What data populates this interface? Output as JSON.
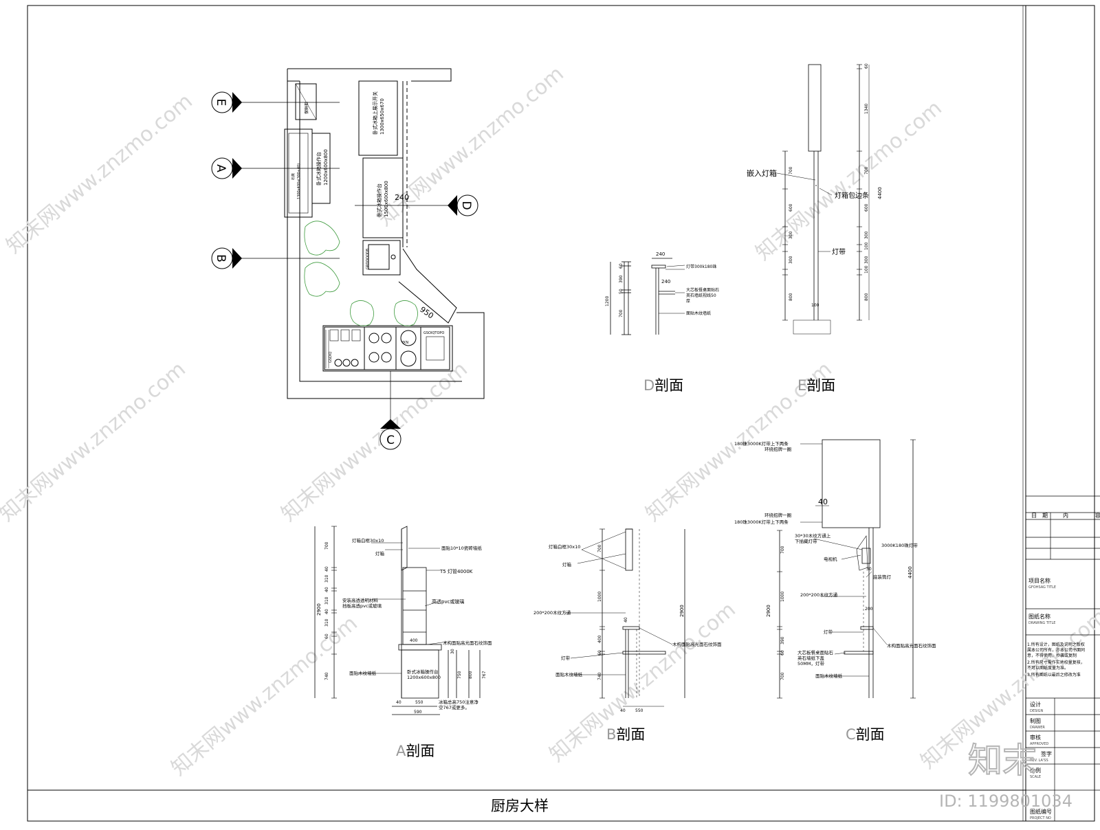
{
  "sheet": {
    "title": "厨房大样",
    "id_label": "ID: 1199801034",
    "brand": "知末"
  },
  "watermark": {
    "text": "知末网www.znzmo.com"
  },
  "section_markers": [
    "E",
    "A",
    "B",
    "D",
    "C"
  ],
  "plan": {
    "labels": {
      "dim_240": "240",
      "dim_950": "950",
      "freezer_top": "卧式冰箱上展示开关",
      "freezer_top_size": "1300x650x670",
      "freezer_a": "卧式冰箱操作台",
      "freezer_a_size": "1200x600x800",
      "freezer_d": "卧式冰箱操作台",
      "freezer_d_size": "1500x600x800",
      "left_unit": "1300x400x(300+40)",
      "left_unit_label": "石英",
      "small_top": "保鲜柜",
      "sink": "GRDDOODB",
      "stove_left": "GSDIQ",
      "stove_right": "GSOIQTOPO",
      "stove_middle": "YKN"
    }
  },
  "section_d": {
    "caption_letter": "D",
    "caption_text": "剖面",
    "top_dim": "240",
    "inner_dim": "240",
    "dims": [
      "60",
      "390",
      "50",
      "700"
    ],
    "total": "1200",
    "notes": [
      "灯带300k180珠",
      "大芯板餐桌面贴石",
      "英石墙纸视线50",
      "厚",
      "面贴木纹墙纸"
    ]
  },
  "section_e": {
    "caption_letter": "E",
    "caption_text": "剖面",
    "dims": [
      "60",
      "1340",
      "700",
      "600",
      "300",
      "100",
      "300",
      "100",
      "800"
    ],
    "total": "4400",
    "bottom_dim": "100",
    "notes": [
      "嵌入灯箱",
      "灯箱包边条",
      "灯带"
    ]
  },
  "section_a": {
    "caption_letter": "A",
    "caption_text": "剖面",
    "dims": [
      "700",
      "40",
      "310",
      "40",
      "310",
      "40",
      "310",
      "60",
      "740"
    ],
    "total": "2900",
    "right_dims": [
      "30",
      "750",
      "800",
      "767"
    ],
    "inner_dim": "400",
    "bottom_dims": [
      "40",
      "550",
      "590"
    ],
    "notes": [
      "灯箱白框30x10",
      "灯箱",
      "面贴10*10瓷砖墙纸",
      "T5 灯管4000K",
      "安装高透透明材料",
      "挡板高透pvc或玻璃",
      "高透pvc或玻璃",
      "木构面贴高光面石纹饰面",
      "面贴木纹墙纸",
      "卧式冰箱操作台",
      "1200x600x800",
      "冰箱总高750注意净",
      "空767或更多。"
    ]
  },
  "section_b": {
    "caption_letter": "B",
    "caption_text": "剖面",
    "dims": [
      "700",
      "1000",
      "40",
      "400",
      "60",
      "740"
    ],
    "total": "2900",
    "bottom_dims": [
      "40",
      "550"
    ],
    "notes": [
      "灯箱白框30x10",
      "灯箱",
      "200*200木纹方通",
      "木构面贴高光面石纹饰面",
      "灯带",
      "面贴木纹墙纸"
    ]
  },
  "section_c": {
    "caption_letter": "C",
    "caption_text": "剖面",
    "mid_dim": "40",
    "dims": [
      "700",
      "1000",
      "390",
      "60",
      "700"
    ],
    "total_left": "2900",
    "total_right": "4400",
    "inner_dim_1": "30",
    "inner_dim_2": "200",
    "notes": [
      "180珠3000K灯带上下两条",
      "环绕招牌一圈",
      "环绕招牌一圈",
      "180珠3000K灯带上下两条",
      "30*30木纹方通上",
      "下插藏灯带",
      "3000K180珠灯带",
      "电视机",
      "底装筒灯",
      "200*200木纹方通",
      "灯带",
      "木构面贴高光面石纹饰面",
      "大芯板餐桌面贴石",
      "英石墙纸下盖",
      "50MM，灯带",
      "面贴木纹墙纸"
    ]
  },
  "title_block": {
    "col_date": "日　期",
    "col_content": "内",
    "col_extra": "容",
    "project_name": "项目名称",
    "project_name_en": "GFOHSAG TITLE",
    "drawing_name": "图纸名称",
    "drawing_name_en": "DRAWING TITLE",
    "notes": [
      "1.所有设计，图纸及说明之版权",
      "属本公司所有，亦本公司书面同",
      "意，不得使用，抄袭或复制",
      "2.所有尺寸需作实地校量复核，",
      "不可以图纸度量为准。",
      "3.所有图纸以最后之修改为准"
    ],
    "design": "设计",
    "design_en": "DESIGN",
    "drawer": "制图",
    "drawer_en": "DRAWER",
    "approved": "审核",
    "approved_en": "APPROVED",
    "revised": "签字",
    "revised_en": "REV. LA'SS",
    "scale": "比例",
    "scale_en": "SCALE",
    "project_no": "图纸编号",
    "project_no_en": "PROJECT NO"
  }
}
